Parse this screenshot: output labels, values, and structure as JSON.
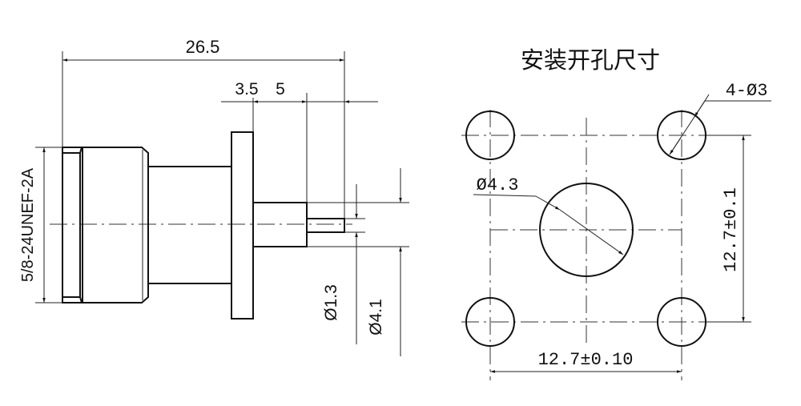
{
  "side_view": {
    "overall_length": "26.5",
    "flange_dim": "3.5",
    "pin_dim": "5",
    "thread_spec": "5/8-24UNEF-2A",
    "pin_diameter": "Ø1.3",
    "pin_base_diameter": "Ø4.1"
  },
  "mounting_cutout": {
    "title": "安装开孔尺寸",
    "corner_holes": "4-Ø3",
    "center_hole": "Ø4.3",
    "vertical_spacing": "12.7±0.1",
    "horizontal_spacing": "12.7±0.10"
  }
}
